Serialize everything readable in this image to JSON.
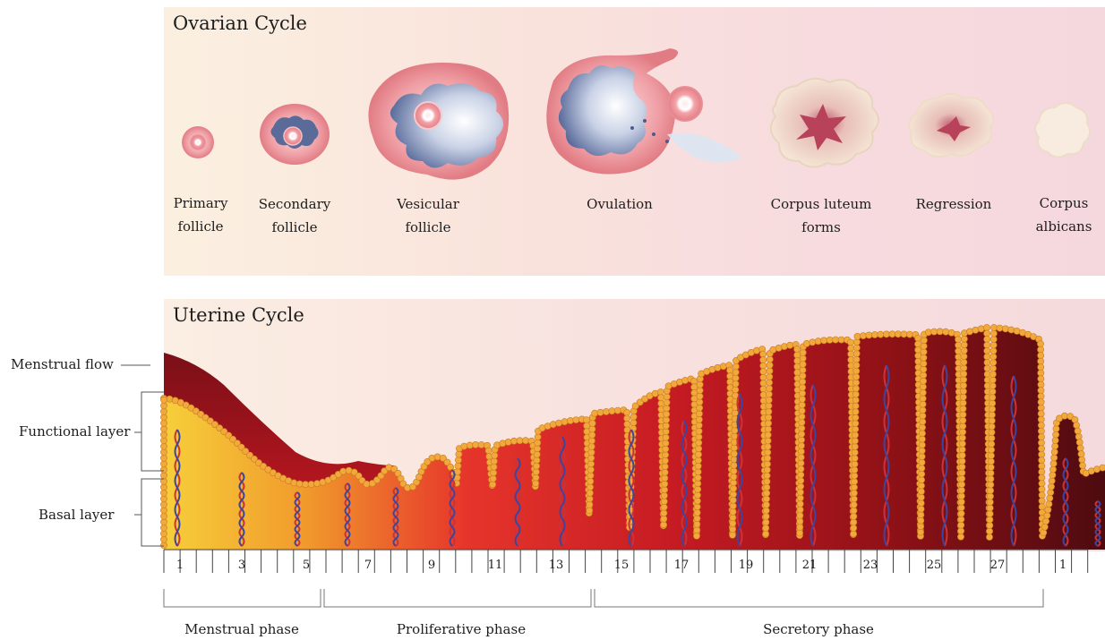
{
  "ovarian": {
    "title": "Ovarian Cycle",
    "stages": [
      {
        "label": "Primary\nfollicle"
      },
      {
        "label": "Secondary\nfollicle"
      },
      {
        "label": "Vesicular\nfollicle"
      },
      {
        "label": "Ovulation"
      },
      {
        "label": "Corpus luteum\nforms"
      },
      {
        "label": "Regression"
      },
      {
        "label": "Corpus\nalbicans"
      }
    ]
  },
  "uterine": {
    "title": "Uterine Cycle",
    "layers": {
      "menstrual_flow": "Menstrual flow",
      "functional_layer": "Functional layer",
      "basal_layer": "Basal layer"
    },
    "days": [
      "1",
      "3",
      "5",
      "7",
      "9",
      "11",
      "13",
      "15",
      "17",
      "19",
      "21",
      "23",
      "25",
      "27",
      "1"
    ],
    "phases": [
      {
        "label": "Menstrual phase"
      },
      {
        "label": "Proliferative phase"
      },
      {
        "label": "Secretory phase"
      }
    ]
  },
  "colors": {
    "follicle_pink": "#e88f96",
    "follicle_blue": "#5a6b9a",
    "luteum_cream": "#f3e3cf",
    "tissue_yellow": "#f5c32c",
    "tissue_red": "#d8202a",
    "tissue_dark": "#5a0d12",
    "gland_bead": "#f2a93b",
    "artery_red": "#c9333a",
    "vein_blue": "#3c46a0"
  }
}
